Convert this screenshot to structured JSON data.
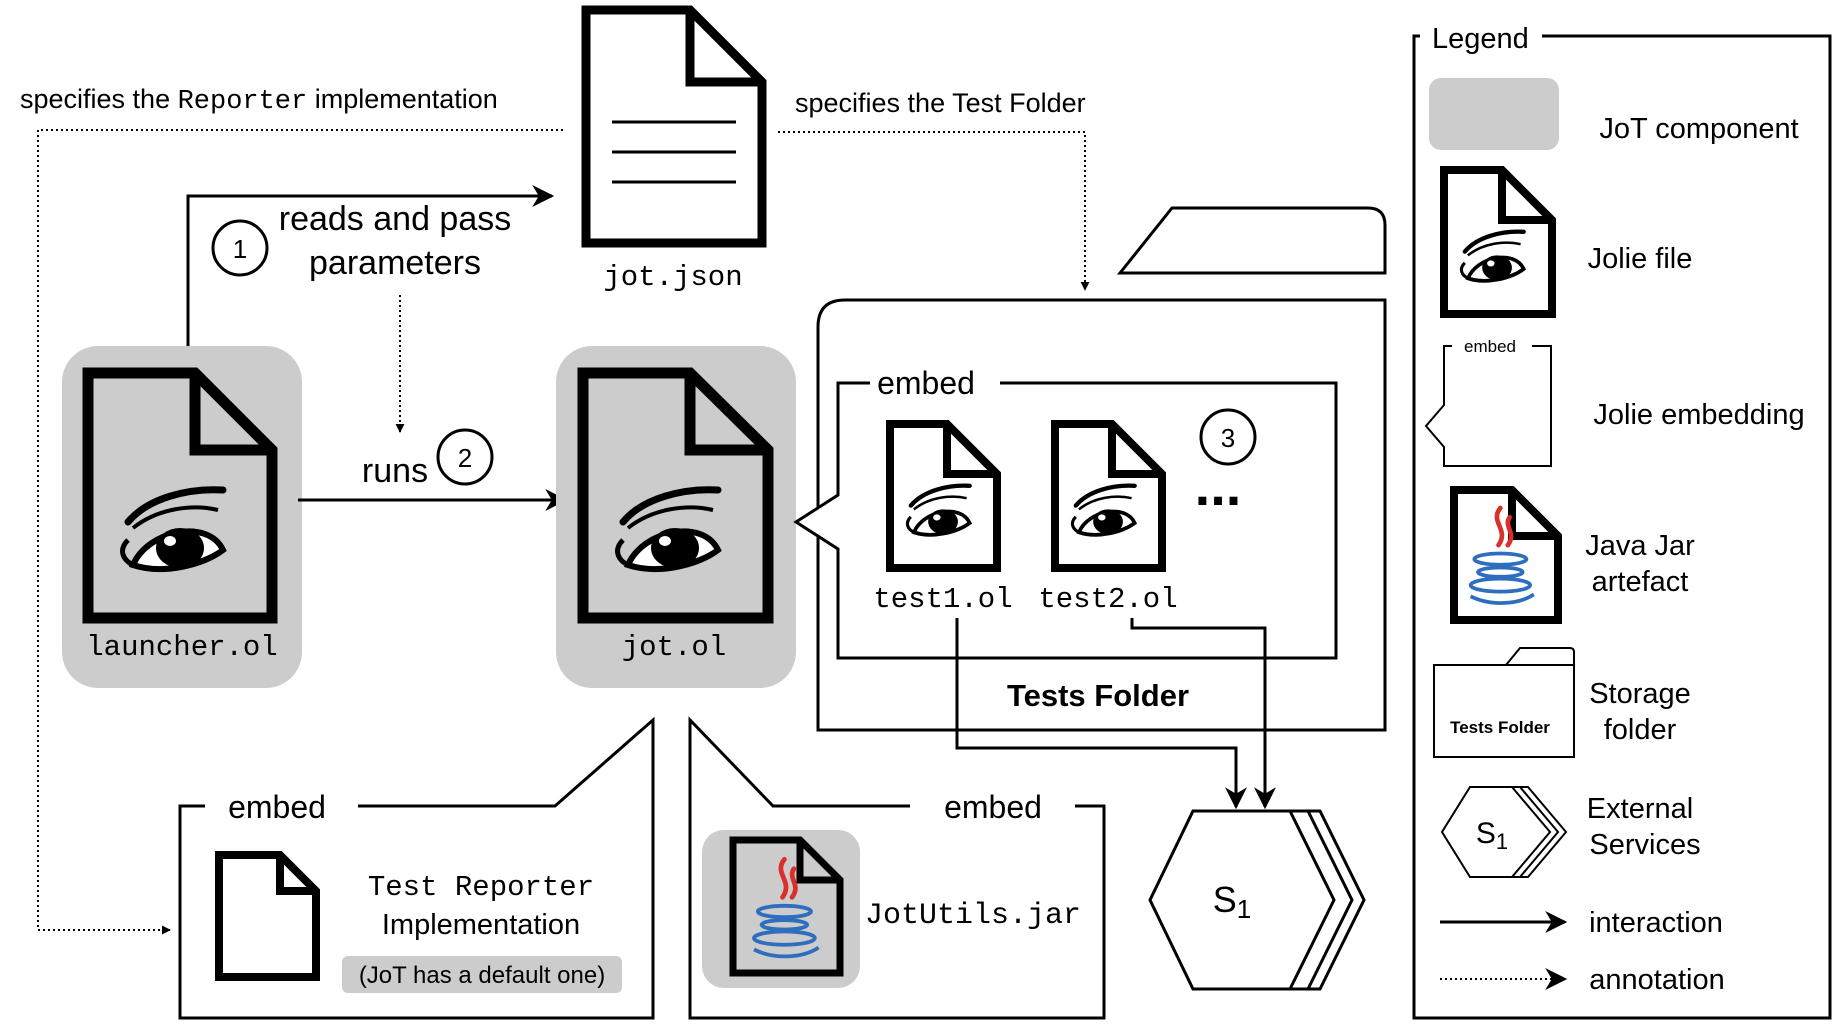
{
  "colors": {
    "jot_component": "#cccccc",
    "stroke": "#000000",
    "java_red": "#d9302a",
    "java_blue": "#2f6ebf"
  },
  "annotations": {
    "reporter_prefix": "specifies the ",
    "reporter_code": "Reporter",
    "reporter_suffix": " implementation",
    "test_folder": "specifies the Test Folder"
  },
  "steps": {
    "step1_number": "1",
    "step1_line1": "reads and pass",
    "step1_line2": "parameters",
    "step2_number": "2",
    "step2_label": "runs",
    "step3_number": "3"
  },
  "files": {
    "jot_json": "jot.json",
    "launcher": "launcher.ol",
    "jot": "jot.ol",
    "test1": "test1.ol",
    "test2": "test2.ol",
    "ellipsis": "...",
    "jot_utils": "JotUtils.jar"
  },
  "embeds": {
    "tests": "embed",
    "reporter": "embed",
    "utils": "embed"
  },
  "tests_folder": {
    "label": "Tests Folder"
  },
  "reporter": {
    "line1": "Test Reporter",
    "line2": "Implementation",
    "note": "(JoT has a default one)"
  },
  "service": {
    "label": "S",
    "subscript": "1"
  },
  "legend": {
    "title": "Legend",
    "jot_component": "JoT component",
    "jolie_file": "Jolie file",
    "embedding_tag": "embed",
    "jolie_embedding": "Jolie embedding",
    "jar_line1": "Java Jar",
    "jar_line2": "artefact",
    "folder_tag": "Tests Folder",
    "storage_line1": "Storage",
    "storage_line2": "folder",
    "service_label": "S",
    "service_subscript": "1",
    "external_line1": "External",
    "external_line2": "Services",
    "interaction": "interaction",
    "annotation": "annotation"
  }
}
